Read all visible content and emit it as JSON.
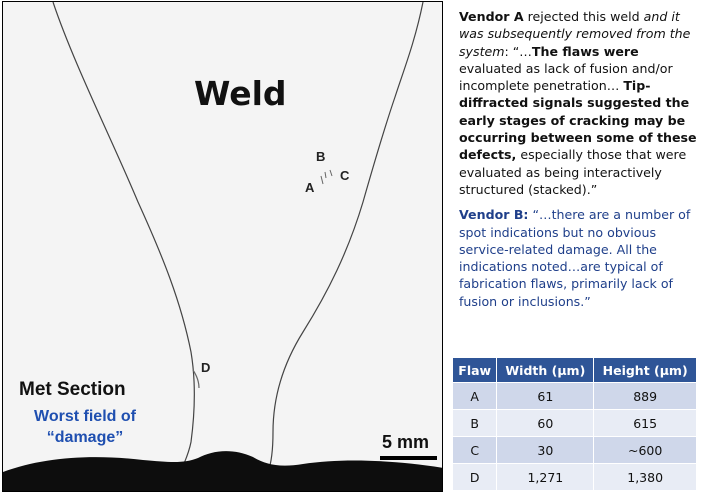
{
  "figure": {
    "weld_label": "Weld",
    "flaw_labels": {
      "a": "A",
      "b": "B",
      "c": "C",
      "d": "D"
    },
    "met_section_title": "Met Section",
    "met_section_subtitle": "Worst field of “damage”",
    "scale_label": "5 mm"
  },
  "vendor_a": {
    "name": "Vendor A",
    "intro_plain": " rejected this weld ",
    "intro_italic": "and it was subsequently removed from the system",
    "quote_open": ": “…",
    "quote_bold_1": "The flaws were",
    "quote_plain": " evaluated as lack of fusion and/or incomplete penetration… ",
    "quote_bold_2": "Tip-diffracted signals suggested the early stages of cracking may be occurring between some of these defects,",
    "quote_plain_2": " especially those that were evaluated as being interactively structured (stacked).”"
  },
  "vendor_b": {
    "name": "Vendor B:",
    "quote": " “…there are a number of spot indications but no obvious service-related damage. All the indications noted…are typical of fabrication flaws, primarily lack of fusion or inclusions.”"
  },
  "table": {
    "headers": [
      "Flaw",
      "Width (µm)",
      "Height (µm)"
    ],
    "rows": [
      [
        "A",
        "61",
        "889"
      ],
      [
        "B",
        "60",
        "615"
      ],
      [
        "C",
        "30",
        "~600"
      ],
      [
        "D",
        "1,271",
        "1,380"
      ]
    ]
  },
  "colors": {
    "table_header": "#2f5597",
    "row_dark": "#cfd7ea",
    "row_light": "#e8ecf5",
    "vendor_b_text": "#1f3f8a",
    "met_subtitle": "#1f4fb0"
  }
}
